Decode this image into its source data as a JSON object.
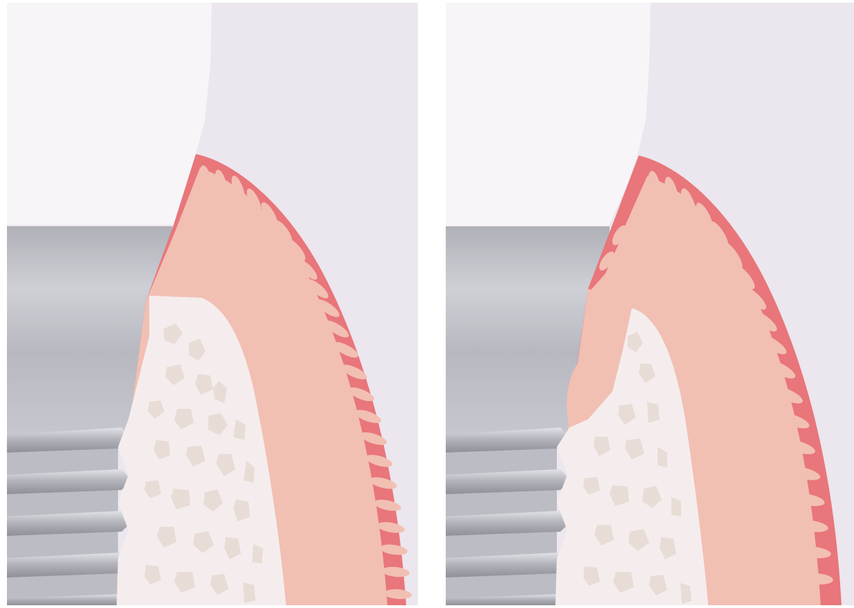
{
  "figure": {
    "panels": [
      {
        "id": "left",
        "variant": "bone-contact"
      },
      {
        "id": "right",
        "variant": "soft-tissue-downgrowth"
      }
    ]
  },
  "colors": {
    "background": "#ece6ee",
    "crown": "#f7f5f8",
    "implant": "#bcbcc4",
    "implant_dark": "#9e9ea8",
    "implant_light": "#d7d7de",
    "connective_tissue": "#f2bfb3",
    "epithelium": "#e8767a",
    "bone": "#f5eded",
    "trabecula": "#e7ddd6"
  }
}
